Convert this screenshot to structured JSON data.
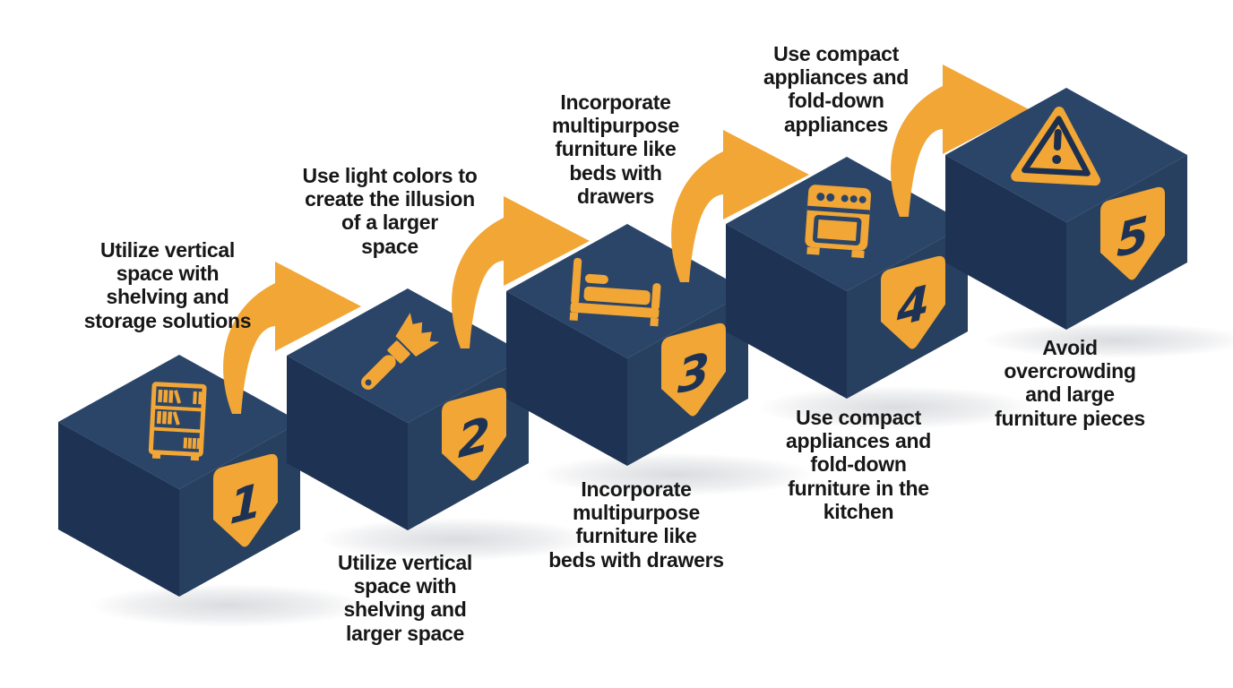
{
  "diagram": {
    "type": "process-steps-infographic",
    "topic": "small space furniture tips",
    "step_count": 5
  },
  "colors": {
    "background": "#FFFFFF",
    "cube_top": "#2B4569",
    "cube_left": "#1E3354",
    "cube_right": "#27405F",
    "accent_gold": "#F1A636",
    "badge_number": "#1E3354",
    "label_text": "#171717",
    "triangle_outline": "#1C2F4F"
  },
  "steps": [
    {
      "number": "1",
      "icon": "bookshelf-icon",
      "label_above": "Utilize vertical\nspace with\nshelving and\nstorage solutions",
      "label_below": ""
    },
    {
      "number": "2",
      "icon": "paintbrush-icon",
      "label_above": "Use light colors to\ncreate the illusion\nof a larger\nspace",
      "label_below": "Utilize vertical\nspace with\nshelving and\nlarger space"
    },
    {
      "number": "3",
      "icon": "bed-icon",
      "label_above": "Incorporate\nmultipurpose\nfurniture like\nbeds with\ndrawers",
      "label_below": "Incorporate\nmultipurpose\nfurniture like\nbeds with drawers"
    },
    {
      "number": "4",
      "icon": "stove-icon",
      "label_above": "Use compact\nappliances and\nfold-down\nappliances",
      "label_below": "Use compact\nappliances and\nfold-down\nfurniture in the\nkitchen"
    },
    {
      "number": "5",
      "icon": "warning-triangle-icon",
      "label_above": "",
      "label_below": "Avoid\novercrowding\nand large\nfurniture pieces"
    }
  ]
}
